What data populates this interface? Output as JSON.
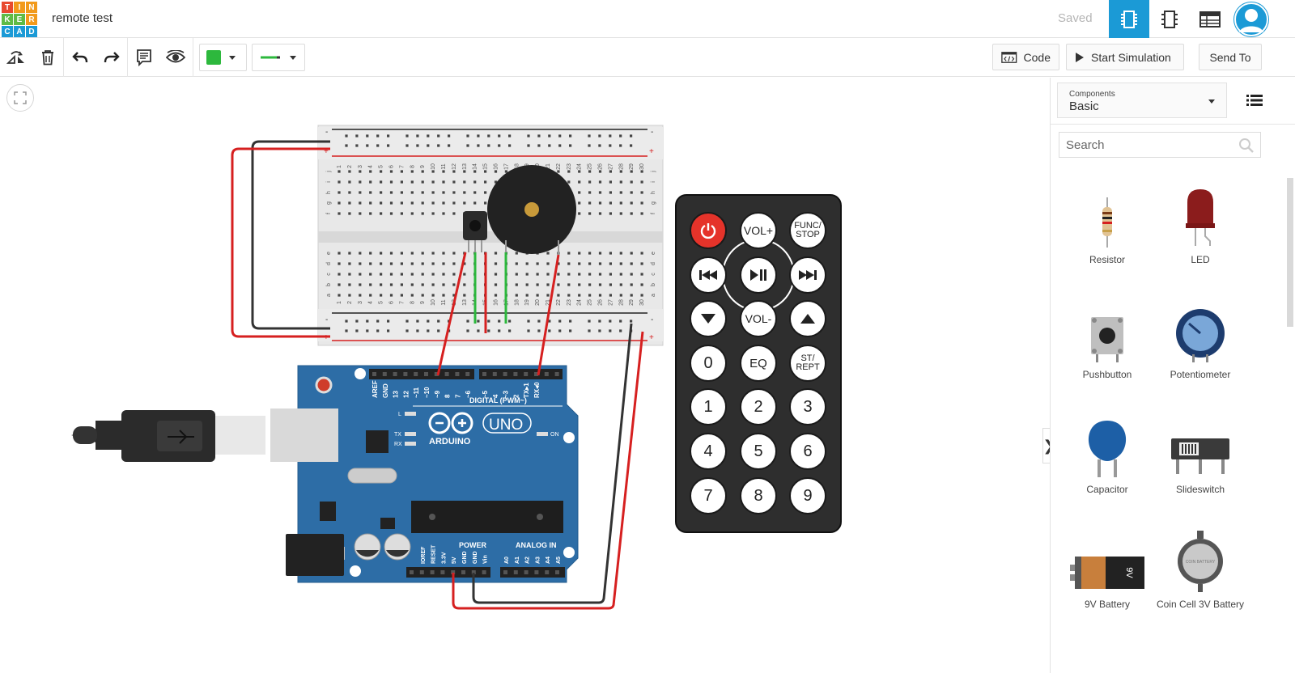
{
  "app": {
    "logo_letters": [
      "T",
      "I",
      "N",
      "K",
      "E",
      "R",
      "C",
      "A",
      "D"
    ],
    "logo_colors": [
      "#e84a2f",
      "#f29a1b",
      "#f29a1b",
      "#5fbb46",
      "#5fbb46",
      "#f29a1b",
      "#1b9ad6",
      "#1b9ad6",
      "#1b9ad6"
    ],
    "document_title": "remote test",
    "save_status": "Saved",
    "accent": "#1b9ad6"
  },
  "header": {
    "view_buttons": [
      {
        "name": "circuit-view-icon"
      },
      {
        "name": "schematic-view-icon"
      },
      {
        "name": "component-list-icon"
      }
    ]
  },
  "toolbar": {
    "tools": [
      "rotate-icon",
      "trash-icon",
      "undo-icon",
      "redo-icon",
      "notes-icon",
      "visibility-icon"
    ],
    "wire_color": "#2db83d",
    "code_label": "Code",
    "start_simulation_label": "Start Simulation",
    "send_to_label": "Send To"
  },
  "circuit": {
    "breadboard_columns": [
      "1",
      "2",
      "3",
      "4",
      "5",
      "6",
      "7",
      "8",
      "9",
      "10",
      "11",
      "12",
      "13",
      "14",
      "15",
      "16",
      "17",
      "18",
      "19",
      "20",
      "21",
      "22",
      "23",
      "24",
      "25",
      "26",
      "27",
      "28",
      "29",
      "30"
    ],
    "breadboard_rows_top": [
      "j",
      "i",
      "h",
      "g",
      "f"
    ],
    "breadboard_rows_bottom": [
      "e",
      "d",
      "c",
      "b",
      "a"
    ],
    "rail_minus": "-",
    "rail_plus": "+",
    "arduino": {
      "digital_label": "DIGITAL (PWM~)",
      "digital_pins": [
        "AREF",
        "GND",
        "13",
        "12",
        "~11",
        "~10",
        "~9",
        "8",
        "7",
        "~6",
        "~5",
        "4",
        "~3",
        "2",
        "TX▸1",
        "RX◂0"
      ],
      "power_label": "POWER",
      "analog_label": "ANALOG IN",
      "power_pins": [
        "IOREF",
        "RESET",
        "3.3V",
        "5V",
        "GND",
        "GND",
        "Vin"
      ],
      "analog_pins": [
        "A0",
        "A1",
        "A2",
        "A3",
        "A4",
        "A5"
      ],
      "brand": "ARDUINO",
      "model": "UNO",
      "led_labels": [
        "L",
        "TX",
        "RX"
      ],
      "on_label": "ON"
    },
    "remote": {
      "buttons": [
        "",
        "VOL+",
        "FUNC/\nSTOP",
        "prev",
        "play-pause",
        "next",
        "down",
        "VOL-",
        "up",
        "0",
        "EQ",
        "ST/\nREPT",
        "1",
        "2",
        "3",
        "4",
        "5",
        "6",
        "7",
        "8",
        "9"
      ],
      "labels": {
        "vol_up": "VOL+",
        "func": "FUNC/",
        "stop": "STOP",
        "vol_down": "VOL-",
        "eq": "EQ",
        "st": "ST/",
        "rept": "REPT",
        "digits": [
          "0",
          "1",
          "2",
          "3",
          "4",
          "5",
          "6",
          "7",
          "8",
          "9"
        ]
      }
    }
  },
  "panel": {
    "category_caption": "Components",
    "category_value": "Basic",
    "search_placeholder": "Search",
    "components": [
      {
        "name": "Resistor"
      },
      {
        "name": "LED"
      },
      {
        "name": "Pushbutton"
      },
      {
        "name": "Potentiometer"
      },
      {
        "name": "Capacitor"
      },
      {
        "name": "Slideswitch"
      },
      {
        "name": "9V Battery"
      },
      {
        "name": "Coin Cell 3V Battery"
      }
    ],
    "battery_label": "9V",
    "coin_label": "COIN BATTERY"
  }
}
